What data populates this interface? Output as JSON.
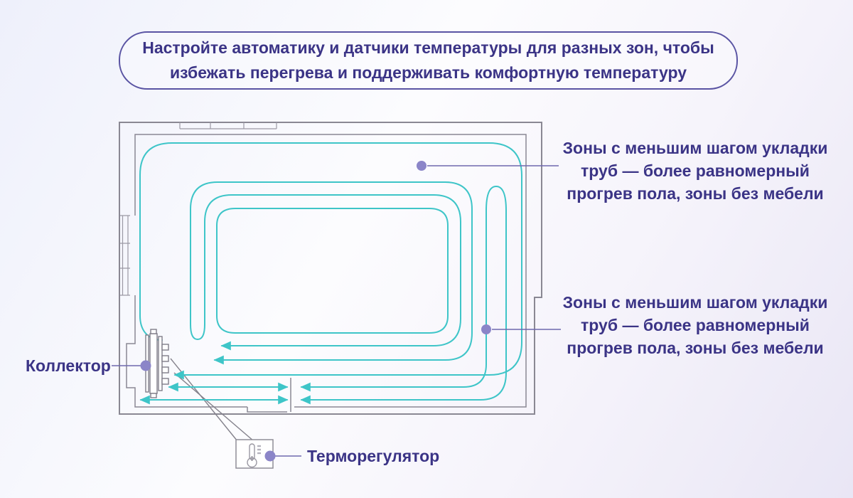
{
  "banner": {
    "lines": [
      "Настройте автоматику и датчики температуры для разных зон, чтобы",
      "избежать перегрева и поддерживать комфортную температуру"
    ]
  },
  "annotations": {
    "zone_top": {
      "lines": [
        "Зоны с меньшим шагом укладки",
        "труб — более равномерный",
        "прогрев пола, зоны без мебели"
      ]
    },
    "zone_bottom": {
      "lines": [
        "Зоны с меньшим шагом укладки",
        "труб — более равномерный",
        "прогрев пола, зоны без мебели"
      ]
    },
    "collector_label": "Коллектор",
    "thermostat_label": "Терморегулятор"
  },
  "diagram": {
    "icon": "thermometer-icon",
    "components": [
      "floor-plan-walls",
      "windows",
      "door-divider",
      "heating-pipe-loops",
      "collector-manifold",
      "thermostat-box",
      "zone-marker-dots",
      "flow-direction-arrows"
    ]
  },
  "colors": {
    "pipe": "#3ec5c8",
    "wall": "#8a8893",
    "window": "#9b99a4",
    "dot": "#8b85c8",
    "leader": "#6f69ae",
    "text": "#3b3486",
    "banner_border": "#5a54a3",
    "bg_start": "#eef0fb",
    "bg_end": "#e9e6f5"
  }
}
